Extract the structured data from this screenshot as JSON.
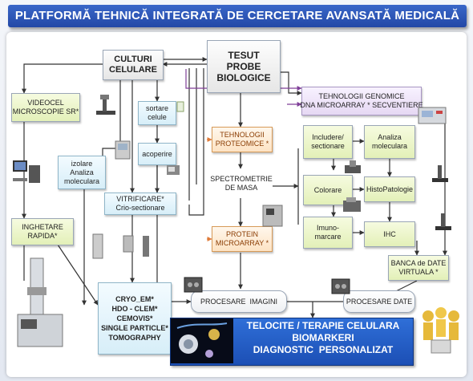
{
  "title": "PLATFORMĂ TEHNICĂ INTEGRATĂ DE CERCETARE AVANSATĂ MEDICALĂ",
  "nodes": {
    "culturi": "CULTURI\nCELULARE",
    "tesut": "TESUT\nPROBE\nBIOLOGICE",
    "videocel": "VIDEOCEL\nMICROSCOPIE SR*",
    "sortare": "sortare\ncelule",
    "izolare": "izolare\nAnaliza\nmoleculara",
    "acoperire": "acoperire",
    "vitrificare": "VITRIFICARE*\nCrio-sectionare",
    "inghetare": "INGHETARE\nRAPIDA*",
    "proteomice": "TEHNOLOGII\nPROTEOMICE *",
    "spectrometrie": "SPECTROMETRIE\nDE MASA",
    "protein": "PROTEIN\nMICROARRAY *",
    "genomice": "TEHNOLOGII GENOMICE\nDNA MICROARRAY * SECVENTIERE",
    "includere": "Includere/\nsectionare",
    "analiza": "Analiza\nmoleculara",
    "colorare": "Colorare",
    "histopatologie": "HistoPatologie",
    "imunomarcare": "Imuno-\nmarcare",
    "ihc": "IHC",
    "banca": "BANCA de DATE\nVIRTUALA *",
    "cryo": "CRYO_EM*\nHDO - CLEM*\nCEMOVIS*\nSINGLE PARTICLE*\nTOMOGRAPHY",
    "procesare_imagini": "PROCESARE  IMAGINI",
    "procesare_date": "PROCESARE DATE",
    "output": "TELOCITE / TERAPIE CELULARA\nBIOMARKERI\nDIAGNOSTIC  PERSONALIZAT"
  },
  "icons": [
    "microscope-icon",
    "cryo-microscope-icon",
    "centrifuge-icon",
    "spectrometer-icon",
    "workstation-icon",
    "robot-icon",
    "team-icon"
  ],
  "colors": {
    "banner": "#2a52b0",
    "orange_arrow": "#e07b39",
    "purple_arrow": "#7f3f98",
    "dark_arrow": "#333333",
    "output": "#2457c5"
  }
}
